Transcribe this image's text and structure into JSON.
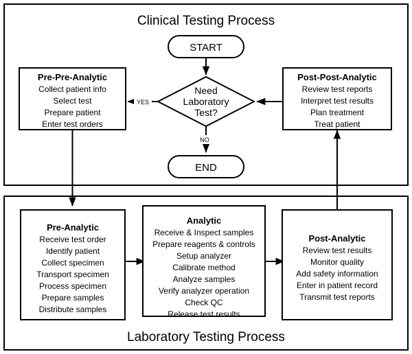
{
  "diagram": {
    "type": "flowchart",
    "sections": [
      {
        "id": "clinical",
        "title": "Clinical Testing Process",
        "title_position": "top"
      },
      {
        "id": "laboratory",
        "title": "Laboratory Testing Process",
        "title_position": "bottom"
      }
    ],
    "terminators": [
      {
        "id": "start",
        "label": "START"
      },
      {
        "id": "end",
        "label": "END"
      }
    ],
    "decision": {
      "id": "need-lab-test",
      "lines": [
        "Need",
        "Laboratory",
        "Test?"
      ],
      "branches": [
        {
          "label": "YES",
          "target": "pre-pre-analytic",
          "direction": "left"
        },
        {
          "label": "NO",
          "target": "end",
          "direction": "down"
        }
      ]
    },
    "nodes": [
      {
        "id": "pre-pre-analytic",
        "title": "Pre-Pre-Analytic",
        "section": "clinical",
        "items": [
          "Collect patient info",
          "Select test",
          "Prepare patient",
          "Enter test orders"
        ]
      },
      {
        "id": "post-post-analytic",
        "title": "Post-Post-Analytic",
        "section": "clinical",
        "items": [
          "Review test reports",
          "Interpret test results",
          "Plan treatment",
          "Treat patient"
        ]
      },
      {
        "id": "pre-analytic",
        "title": "Pre-Analytic",
        "section": "laboratory",
        "items": [
          "Receive test order",
          "Identify patient",
          "Collect specimen",
          "Transport specimen",
          "Process specimen",
          "Prepare samples",
          "Distribute samples"
        ]
      },
      {
        "id": "analytic",
        "title": "Analytic",
        "section": "laboratory",
        "items": [
          "Receive & Inspect samples",
          "Prepare reagents & controls",
          "Setup analyzer",
          "Calibrate method",
          "Analyze samples",
          "Verify analyzer operation",
          "Check QC",
          "Release test results"
        ]
      },
      {
        "id": "post-analytic",
        "title": "Post-Analytic",
        "section": "laboratory",
        "items": [
          "Review test results",
          "Monitor quality",
          "Add safety information",
          "Enter in patient record",
          "Transmit test reports"
        ]
      }
    ],
    "edges": [
      {
        "from": "start",
        "to": "need-lab-test",
        "label": ""
      },
      {
        "from": "need-lab-test",
        "to": "pre-pre-analytic",
        "label": "YES"
      },
      {
        "from": "need-lab-test",
        "to": "end",
        "label": "NO"
      },
      {
        "from": "post-post-analytic",
        "to": "need-lab-test",
        "label": ""
      },
      {
        "from": "pre-pre-analytic",
        "to": "pre-analytic",
        "label": ""
      },
      {
        "from": "pre-analytic",
        "to": "analytic",
        "label": ""
      },
      {
        "from": "analytic",
        "to": "post-analytic",
        "label": ""
      },
      {
        "from": "post-analytic",
        "to": "post-post-analytic",
        "label": ""
      }
    ],
    "colors": {
      "stroke": "#000000",
      "fill": "#ffffff",
      "text": "#000000"
    }
  }
}
